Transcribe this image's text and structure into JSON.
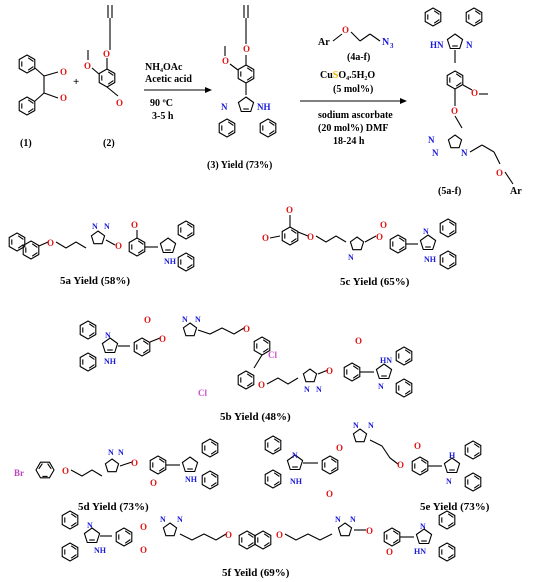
{
  "scheme": {
    "reactants": {
      "c1": "(1)",
      "c2": "(2)",
      "plus": "+"
    },
    "step1": {
      "line1": "NH₄OAc",
      "line2": "Acetic acid",
      "line3": "90 ºC",
      "line4": "3-5 h"
    },
    "intermediate": {
      "label": "(3) Yield (73%)"
    },
    "azide": {
      "ar": "Ar",
      "o": "O",
      "n3": "N",
      "n3sub": "3",
      "label": "(4a-f)"
    },
    "step2": {
      "cu": "Cu",
      "cu_mid": "S",
      "cu_rest": "O₄.5H₂O",
      "mol5": "(5 mol%)",
      "asc": "sodium ascorbate",
      "mol20": "(20 mol%) DMF",
      "time": "18-24 h"
    },
    "product": {
      "label": "(5a-f)",
      "ar": "Ar"
    }
  },
  "compounds": {
    "c5a": "5a Yield (58%)",
    "c5b": "5b Yield (48%)",
    "c5c": "5c Yield (65%)",
    "c5d": "5d Yield (73%)",
    "c5e": "5e Yield (73%)",
    "c5f": "5f Yeild (69%)"
  },
  "atoms": {
    "o": "O",
    "n": "N",
    "nh": "NH",
    "hn": "HN",
    "h": "H",
    "cl": "Cl",
    "br": "Br"
  },
  "colors": {
    "nitrogen": "#1a1adb",
    "oxygen": "#e01818",
    "chlorine": "#d14fd1",
    "bromine": "#c040c0",
    "copper": "#e8b400"
  }
}
